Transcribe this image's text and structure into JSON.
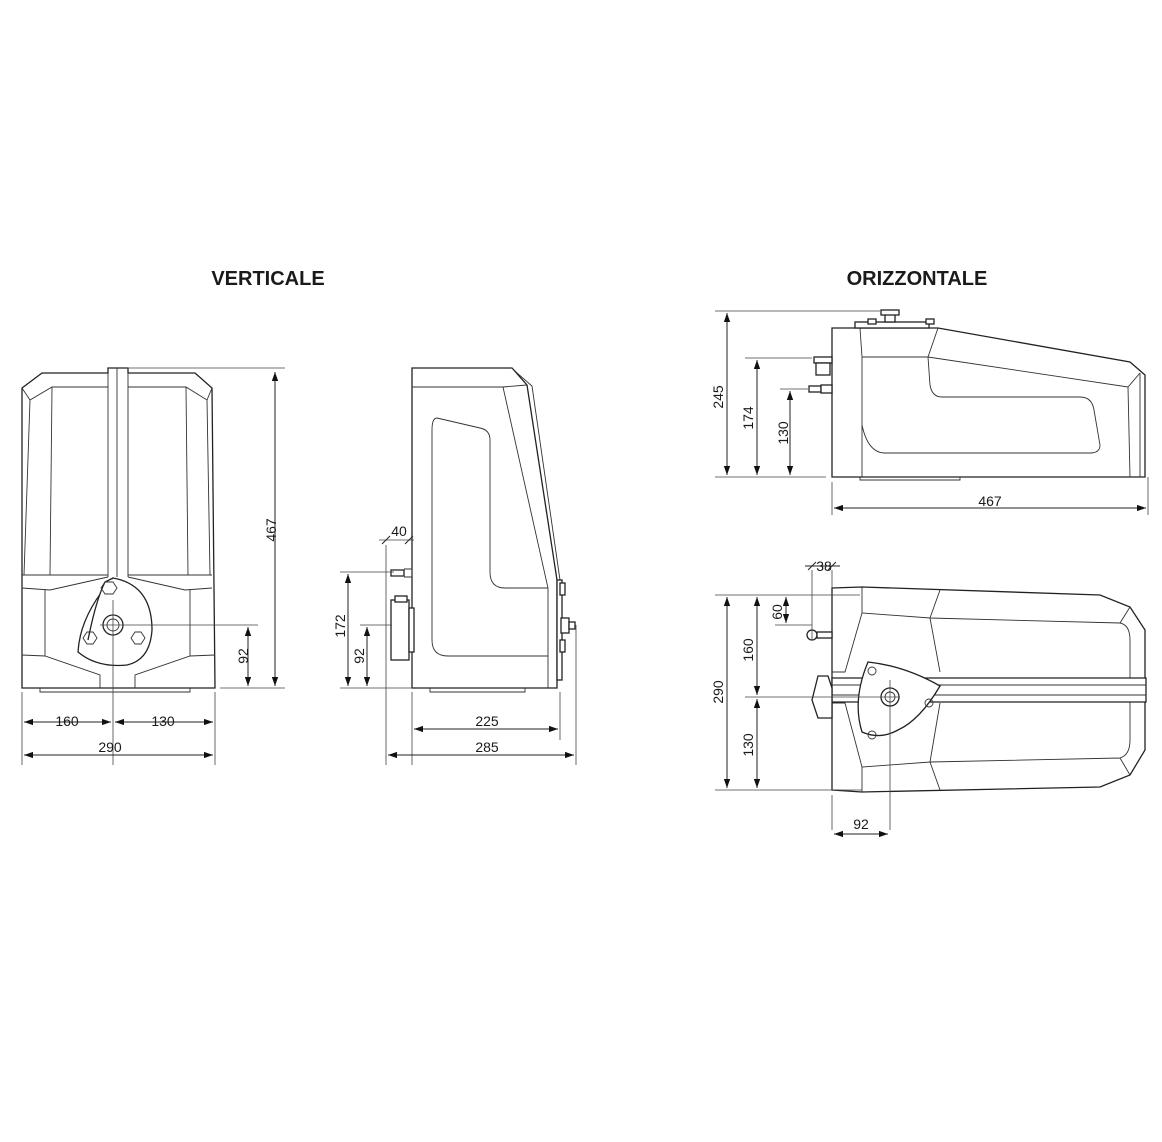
{
  "titles": {
    "vertical": "VERTICALE",
    "horizontal": "ORIZZONTALE"
  },
  "vertical_front": {
    "height": "467",
    "shaft_height": "92",
    "left_width": "160",
    "right_width": "130",
    "total_width": "290"
  },
  "vertical_side": {
    "offset": "40",
    "bracket_height": "172",
    "shaft_height": "92",
    "body_depth": "225",
    "total_depth": "285"
  },
  "horizontal_side": {
    "total_height": "245",
    "bracket_height": "174",
    "shaft_height": "130",
    "length": "467"
  },
  "horizontal_top": {
    "total_width": "290",
    "upper_width": "160",
    "lower_width": "130",
    "bracket_offset": "60",
    "offset": "38",
    "shaft_offset": "92"
  }
}
